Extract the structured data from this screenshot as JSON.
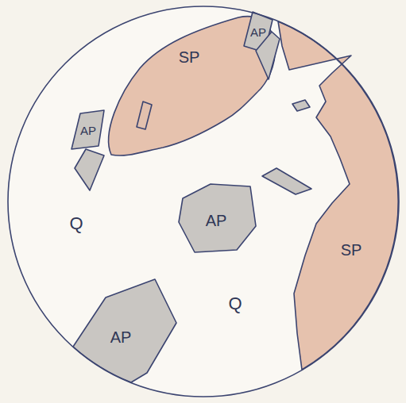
{
  "diagram": {
    "nodes": [
      {
        "text": [
          "SP"
        ]
      },
      {
        "text": [
          "AP"
        ]
      },
      {
        "text": [
          "AP"
        ]
      },
      {
        "text": [
          "AP"
        ]
      },
      {
        "text": [
          "SP"
        ]
      },
      {
        "text": [
          "AP"
        ]
      }
    ],
    "labels": [
      "Q",
      "Q"
    ]
  }
}
